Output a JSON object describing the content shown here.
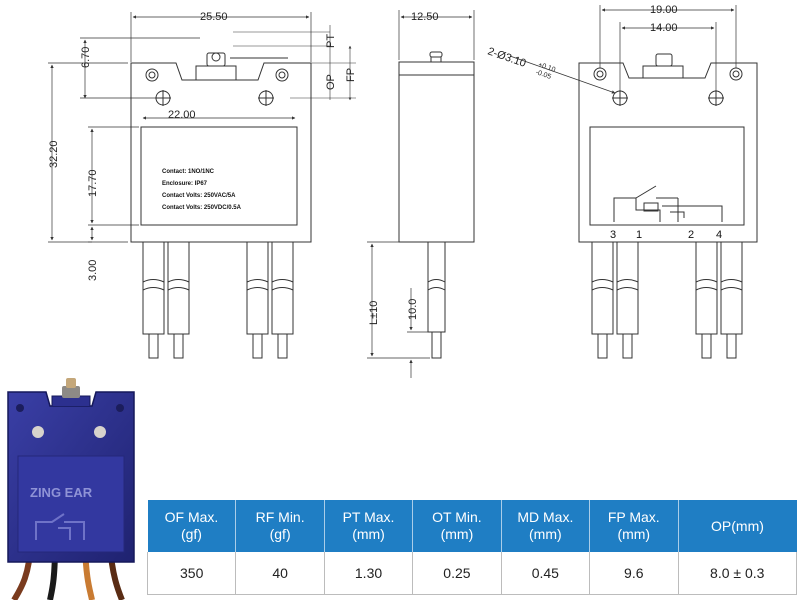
{
  "front_view": {
    "width_dim": "25.50",
    "top_dim": "6.70",
    "height_dim": "32.20",
    "window_dim": "17.70",
    "bottom_dim": "3.00",
    "inner_width_dim": "22.00",
    "pt_label": "PT",
    "op_label": "OP",
    "fp_label": "FP",
    "label_lines": [
      "Contact: 1NO/1NC",
      "Enclosure: IP67",
      "Contact Volts: 250VAC/5A",
      "Contact Volts: 250VDC/0.5A"
    ]
  },
  "side_view": {
    "width_dim": "12.50",
    "lead_dim": "L±10",
    "strip_dim": "10.0"
  },
  "back_view": {
    "outer_hole_dim": "19.00",
    "inner_hole_dim": "14.00",
    "hole_spec": "2-Ø3.10",
    "hole_tol_upper": "+0.10",
    "hole_tol_lower": "-0.05",
    "pins": [
      "3",
      "1",
      "2",
      "4"
    ]
  },
  "photo": {
    "brand": "ZING EAR"
  },
  "spec_table": {
    "headers": [
      [
        "OF Max.",
        "(gf)"
      ],
      [
        "RF Min.",
        "(gf)"
      ],
      [
        "PT Max.",
        "(mm)"
      ],
      [
        "OT Min.",
        "(mm)"
      ],
      [
        "MD Max.",
        "(mm)"
      ],
      [
        "FP Max.",
        "(mm)"
      ],
      [
        "OP(mm)",
        ""
      ]
    ],
    "values": [
      "350",
      "40",
      "1.30",
      "0.25",
      "0.45",
      "9.6",
      "8.0 ± 0.3"
    ]
  },
  "colors": {
    "table_header": "#1f7ec4",
    "switch_body": "#2c2f8c",
    "drawing_line": "#333333"
  }
}
